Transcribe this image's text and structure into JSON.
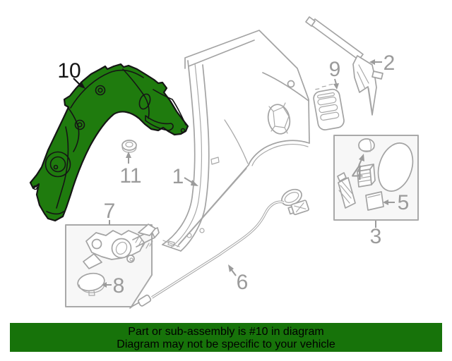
{
  "banner": {
    "line1": "Part or sub-assembly is #10 in diagram",
    "line2": "Diagram may not be specific to your vehicle",
    "background": "#17730a",
    "text_color": "#000000"
  },
  "diagram": {
    "highlighted_part_number": "10",
    "highlight_color": "#1f7b0e",
    "line_color": "#a3a3a3",
    "label_color": "#9b9b9b",
    "callouts": [
      {
        "label": "1",
        "highlighted": false
      },
      {
        "label": "2",
        "highlighted": false
      },
      {
        "label": "3",
        "highlighted": false
      },
      {
        "label": "4",
        "highlighted": false
      },
      {
        "label": "5",
        "highlighted": false
      },
      {
        "label": "6",
        "highlighted": false
      },
      {
        "label": "7",
        "highlighted": false
      },
      {
        "label": "8",
        "highlighted": false
      },
      {
        "label": "9",
        "highlighted": false
      },
      {
        "label": "10",
        "highlighted": true
      },
      {
        "label": "11",
        "highlighted": false
      }
    ]
  }
}
